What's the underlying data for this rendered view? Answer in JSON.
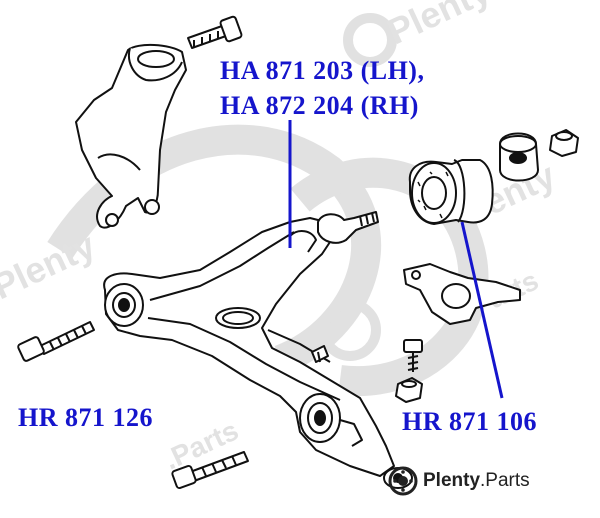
{
  "labels": {
    "upper_left_line1": "HA 871 203 (LH),",
    "upper_left_line2": "HA 872 204 (RH)",
    "lower_left": "HR 871 126",
    "lower_right": "HR 871 106"
  },
  "brand": {
    "name": "Plenty",
    "suffix": ".Parts"
  },
  "colors": {
    "label": "#1515cc",
    "leader": "#1515cc",
    "line_art": "#111111",
    "watermark": "#dcdcdc"
  },
  "icons": [
    "brake-disc-logo-icon"
  ]
}
